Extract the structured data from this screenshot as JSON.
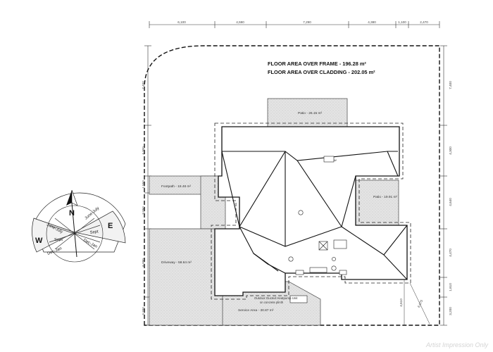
{
  "titles": {
    "frame": "FLOOR AREA OVER FRAME - 196.28 m²",
    "cladding": "FLOOR AREA OVER CLADDING - 202.05 m²"
  },
  "top_dimensions": [
    "6,100",
    "4,590",
    "7,290",
    "4,380",
    "1,100",
    "2,470"
  ],
  "left_dimensions": [
    "7,400",
    "4,300",
    "1,550",
    "3,050",
    "6,000",
    "3,200"
  ],
  "right_dimensions": [
    "7,400",
    "4,300",
    "4,640",
    "4,470",
    "1,610",
    "3,200"
  ],
  "interior_dimensions": [
    "4,610",
    "6,075"
  ],
  "areas": {
    "patio_top": "Patio - 26.15 m²",
    "patio_right": "Patio - 19.91 m²",
    "footpath": "Footpath - 18.48 m²",
    "driveway": "Driveway - 58.64 m²",
    "service": "Service Area - 30.87 m²"
  },
  "notes": {
    "outdoor_unit": "Outdoor Ducted Heatpump Unit",
    "plinth": "on concrete plinth"
  },
  "compass": {
    "north": "N",
    "east": "E",
    "west": "W",
    "seasons": [
      "June-July",
      "June-July",
      "Sept",
      "Sept",
      "Dec-Jan",
      "Dec-Jan"
    ]
  },
  "watermark": "Artist Impression Only",
  "colors": {
    "paving": "#e6e6e6",
    "line": "#111111",
    "wedge": "#f2f2f2"
  }
}
